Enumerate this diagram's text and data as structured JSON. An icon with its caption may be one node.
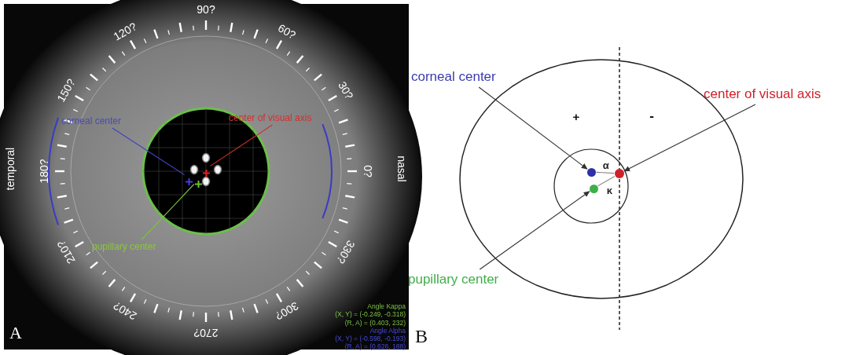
{
  "diagram": {
    "nodes": [
      {
        "text": [
          "corneal center"
        ]
      },
      {
        "text": [],
        "shape": "cross"
      },
      {
        "text": [
          "center of visual axis"
        ]
      },
      {
        "text": [],
        "shape": "cross"
      },
      {
        "text": [
          "pupillary center"
        ]
      },
      {
        "text": [],
        "shape": "cross"
      },
      {
        "text": [
          "corneal center"
        ]
      },
      {
        "text": [],
        "shape": "circle"
      },
      {
        "text": [
          "center of visual axis"
        ]
      },
      {
        "text": [],
        "shape": "circle"
      },
      {
        "text": [
          "pupillary center"
        ]
      },
      {
        "text": [],
        "shape": "circle"
      }
    ],
    "edges": [
      {
        "from": 0,
        "to": 1,
        "arrow": "none",
        "color": "#4040c0"
      },
      {
        "from": 2,
        "to": 3,
        "arrow": "none",
        "color": "#d03030"
      },
      {
        "from": 4,
        "to": 5,
        "arrow": "none",
        "color": "#7cc243"
      },
      {
        "from": 6,
        "to": 7,
        "arrow": "to"
      },
      {
        "from": 8,
        "to": 9,
        "arrow": "to"
      },
      {
        "from": 10,
        "to": 11,
        "arrow": "to"
      },
      {
        "from": 7,
        "to": 9,
        "arrow": "none",
        "label": "α",
        "color": "#888888"
      },
      {
        "from": 11,
        "to": 9,
        "arrow": "none",
        "label": "κ",
        "color": "#888888"
      }
    ],
    "labels": [
      "90?",
      "60?",
      "30?",
      "0?",
      "330?",
      "300?",
      "270?",
      "240?",
      "210?",
      "180?",
      "150?",
      "120?",
      "temporal",
      "nasal",
      "A",
      "Angle Kappa",
      "(X, Y) = (-0.249, -0.318)",
      "(R, A) = (0.403, 232)",
      "Angle Alpha",
      "(X, Y) = (-0.598, -0.193)",
      "(R, A) = (0.626, 188)",
      "B",
      "+",
      "-"
    ]
  }
}
